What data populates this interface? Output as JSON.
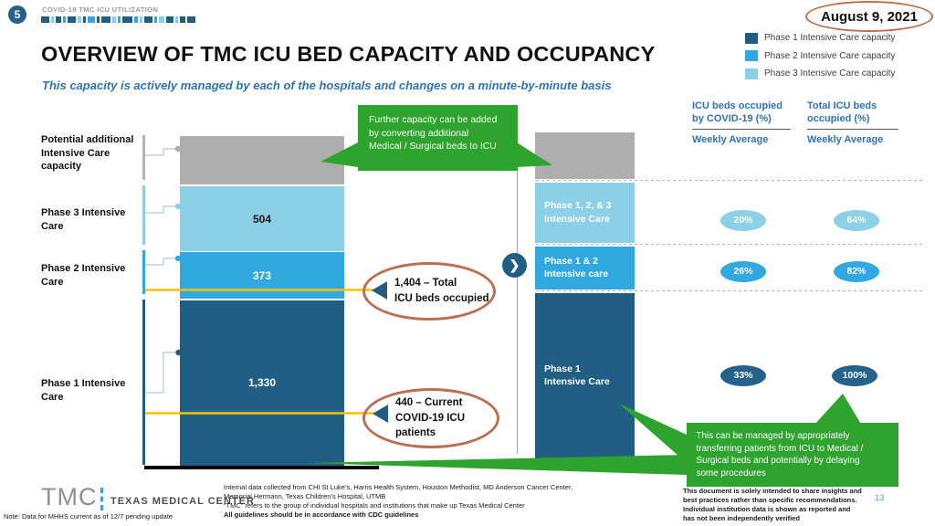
{
  "page": {
    "badge": "5",
    "kicker": "COVID-19 TMC ICU UTILIZATION",
    "date": "August 9, 2021",
    "number": "13"
  },
  "header": {
    "title": "OVERVIEW OF TMC ICU BED CAPACITY AND OCCUPANCY",
    "subtitle": "This capacity is actively managed by each of the hospitals and changes on a minute-by-minute basis"
  },
  "legend": {
    "items": [
      {
        "label": "Phase 1 Intensive Care capacity",
        "color": "#215E83"
      },
      {
        "label": "Phase 2 Intensive Care capacity",
        "color": "#31A8DF"
      },
      {
        "label": "Phase 3 Intensive Care capacity",
        "color": "#8BD0E7"
      }
    ]
  },
  "progress_dashes": [
    {
      "w": 9,
      "c": "#215E83"
    },
    {
      "w": 3,
      "c": "#8BD0E7"
    },
    {
      "w": 6,
      "c": "#215E83"
    },
    {
      "w": 3,
      "c": "#31A8DF"
    },
    {
      "w": 9,
      "c": "#215E83"
    },
    {
      "w": 4,
      "c": "#8BD0E7"
    },
    {
      "w": 3,
      "c": "#215E83"
    },
    {
      "w": 8,
      "c": "#31A8DF"
    },
    {
      "w": 3,
      "c": "#215E83"
    },
    {
      "w": 10,
      "c": "#215E83"
    },
    {
      "w": 4,
      "c": "#8BD0E7"
    },
    {
      "w": 3,
      "c": "#31A8DF"
    },
    {
      "w": 11,
      "c": "#215E83"
    },
    {
      "w": 4,
      "c": "#31A8DF"
    },
    {
      "w": 3,
      "c": "#8BD0E7"
    },
    {
      "w": 9,
      "c": "#215E83"
    },
    {
      "w": 3,
      "c": "#31A8DF"
    },
    {
      "w": 6,
      "c": "#8BD0E7"
    },
    {
      "w": 8,
      "c": "#215E83"
    },
    {
      "w": 3,
      "c": "#8BD0E7"
    },
    {
      "w": 6,
      "c": "#215E83"
    },
    {
      "w": 9,
      "c": "#215E83"
    }
  ],
  "left_labels": {
    "potential": "Potential additional\nIntensive Care\ncapacity",
    "phase3": "Phase 3 Intensive\nCare",
    "phase2": "Phase 2 Intensive\nCare",
    "phase1": "Phase 1 Intensive\nCare"
  },
  "chart_data": {
    "type": "bar",
    "subtype": "stacked",
    "title": "TMC ICU bed capacity and occupancy",
    "capacity_bar": {
      "segments": [
        {
          "name": "Potential additional Intensive Care capacity",
          "value": null,
          "display": "",
          "color": "#AEAEAE"
        },
        {
          "name": "Phase 3 Intensive Care",
          "value": 504,
          "display": "504",
          "color": "#8BD0E7"
        },
        {
          "name": "Phase 2 Intensive Care",
          "value": 373,
          "display": "373",
          "color": "#31A8DF"
        },
        {
          "name": "Phase 1 Intensive Care",
          "value": 1330,
          "display": "1,330",
          "color": "#215E83"
        }
      ]
    },
    "phase_bar": {
      "segments": [
        {
          "line1": "Phase 1, 2, & 3",
          "line2": "Intensive Care",
          "color": "#8BD0E7"
        },
        {
          "line1": "Phase 1 & 2",
          "line2": "Intensive care",
          "color": "#31A8DF"
        },
        {
          "line1": "Phase 1",
          "line2": "Intensive Care",
          "color": "#215E83"
        }
      ],
      "top_color": "#AEAEAE"
    },
    "reference_markers": [
      {
        "value": 1404,
        "line1": "1,404 – Total",
        "line2": "ICU beds occupied",
        "line_color": "#FFC000"
      },
      {
        "value": 440,
        "line1": "440 – Current",
        "line2": "COVID-19 ICU patients",
        "line_color": "#FFC000"
      }
    ],
    "occupancy": {
      "col1_header": "ICU beds occupied\nby COVID-19 (%)",
      "col2_header": "Total ICU beds\noccupied (%)",
      "subheader": "Weekly Average",
      "rows": [
        {
          "phase": "Phase 1, 2, & 3",
          "covid": "20%",
          "total": "64%",
          "color": "#8CD1E8"
        },
        {
          "phase": "Phase 1 & 2",
          "covid": "26%",
          "total": "82%",
          "color": "#31A8DF"
        },
        {
          "phase": "Phase 1",
          "covid": "33%",
          "total": "100%",
          "color": "#24618B"
        }
      ]
    }
  },
  "callouts": {
    "further": "Further capacity can be added\nby converting additional\nMedical / Surgical beds to ICU",
    "managed": "This can be managed by appropriately\ntransferring patients from ICU to Medical /\nSurgical beds and potentially by delaying\nsome procedures"
  },
  "icons": {
    "chevron": "❯"
  },
  "footer": {
    "logo_short": "TMC",
    "logo_full": "TEXAS MEDICAL CENTER",
    "note": "Note: Data for MHHS current as of 12/7 pending update",
    "center": "Internal data collected from CHI St Luke’s, Harris Health System, Houston Methodist, MD Anderson Cancer Center,\nMemorial Hermann, Texas Children’s Hospital, UTMB\n“TMC” refers to the group of individual hospitals and institutions that make up Texas Medical Center",
    "center_bold": "All guidelines should be in accordance with CDC guidelines",
    "right": "This document is solely intended to share insights and\nbest practices rather than specific recommendations.\nIndividual institution data is shown as reported and\nhas not been independently verified"
  }
}
